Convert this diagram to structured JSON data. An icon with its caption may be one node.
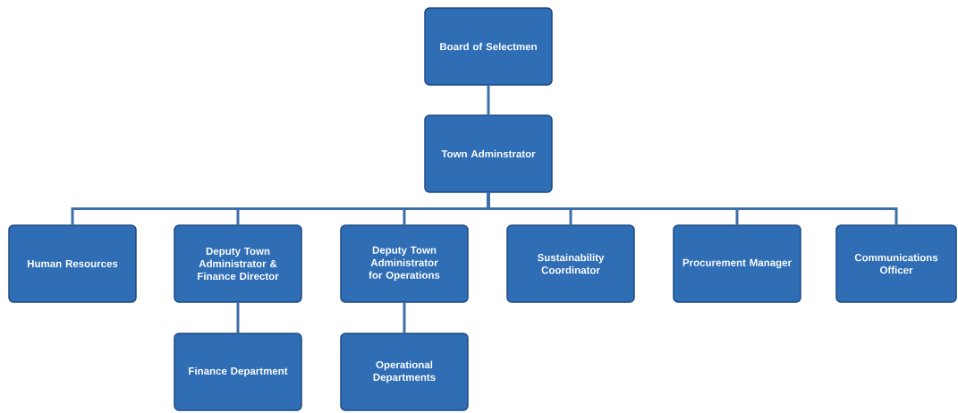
{
  "diagram": {
    "nodes": [
      {
        "text": [
          "Board of Selectmen"
        ]
      },
      {
        "text": [
          "Town Adminstrator"
        ]
      },
      {
        "text": [
          "Human Resources"
        ]
      },
      {
        "text": [
          "Deputy Town Administrator & Finance Director"
        ]
      },
      {
        "text": [
          "Deputy Town Administrator for Operations"
        ]
      },
      {
        "text": [
          "Sustainability Coordinator"
        ]
      },
      {
        "text": [
          "Procurement Manager"
        ]
      },
      {
        "text": [
          "Communications Officer"
        ]
      },
      {
        "text": [
          "Finance Department"
        ]
      },
      {
        "text": [
          "Operational Departments"
        ]
      }
    ],
    "edges": [
      {
        "from": 0,
        "to": 1,
        "arrow": "none"
      },
      {
        "from": 1,
        "to": 2,
        "arrow": "none"
      },
      {
        "from": 1,
        "to": 3,
        "arrow": "none"
      },
      {
        "from": 1,
        "to": 4,
        "arrow": "none"
      },
      {
        "from": 1,
        "to": 5,
        "arrow": "none"
      },
      {
        "from": 1,
        "to": 6,
        "arrow": "none"
      },
      {
        "from": 1,
        "to": 7,
        "arrow": "none"
      },
      {
        "from": 3,
        "to": 8,
        "arrow": "none"
      },
      {
        "from": 4,
        "to": 9,
        "arrow": "none"
      }
    ]
  }
}
